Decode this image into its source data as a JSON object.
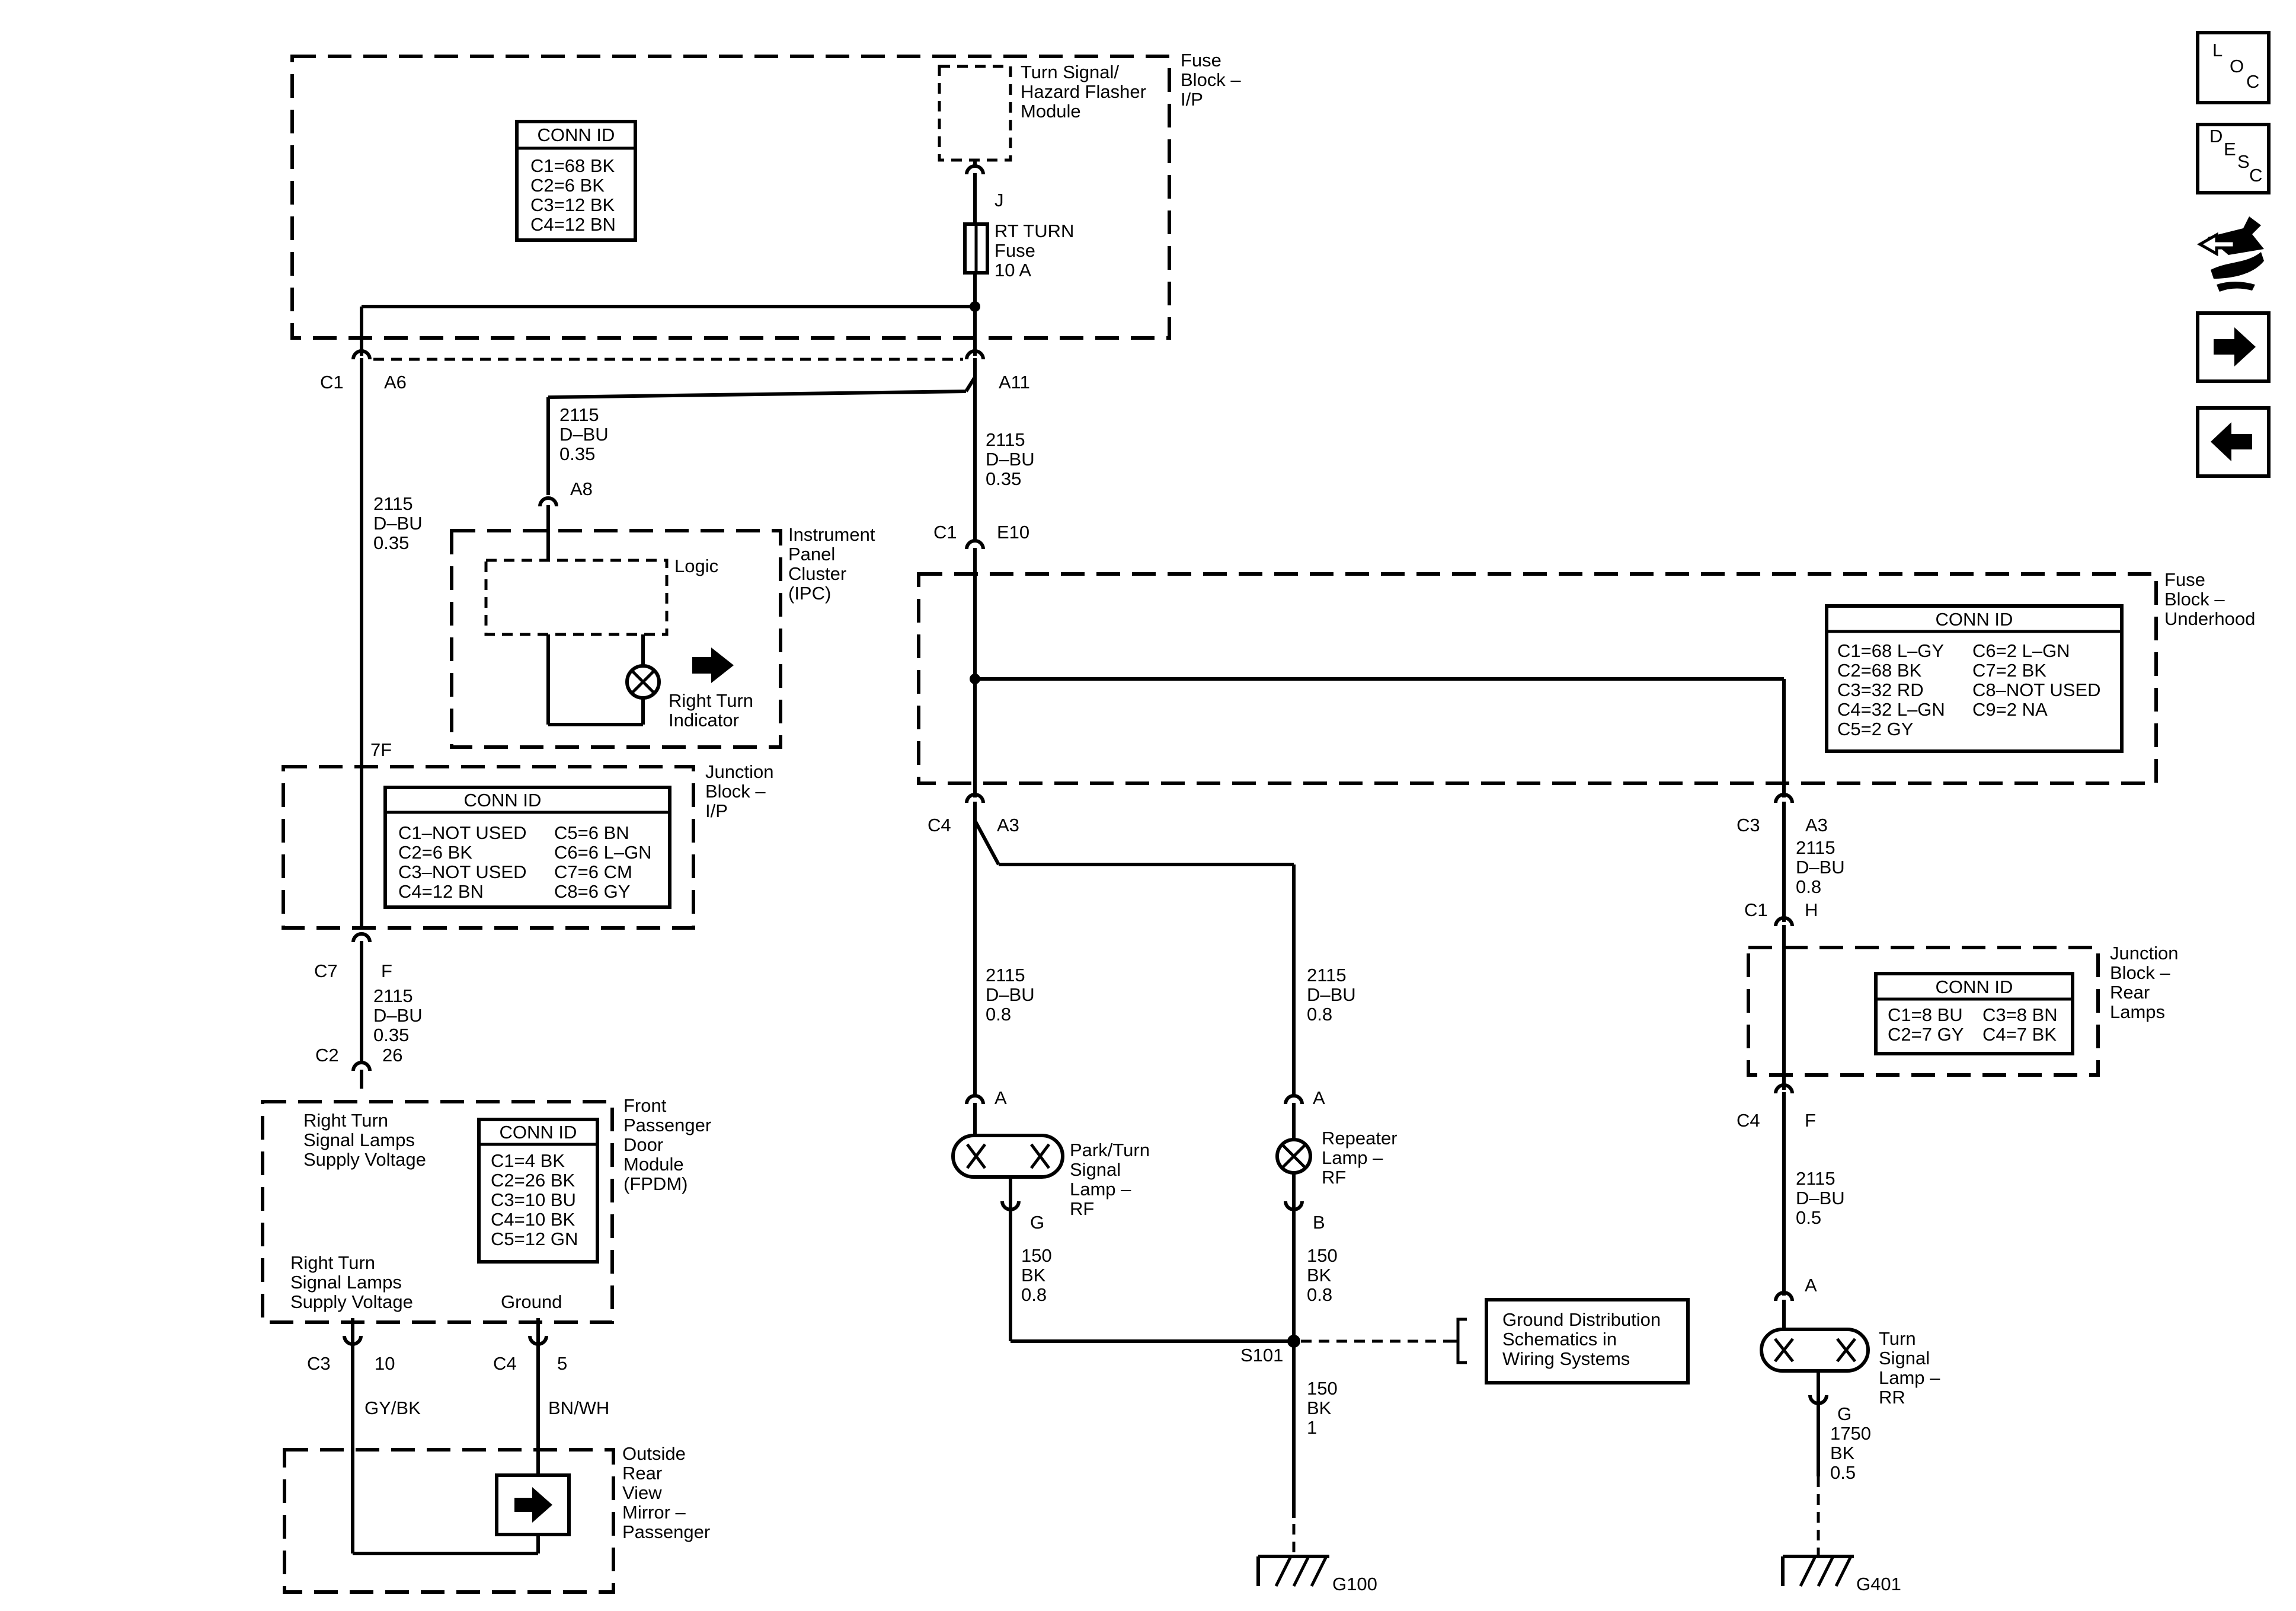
{
  "fuse_block_ip": {
    "label": [
      "Fuse",
      "Block –",
      "I/P"
    ],
    "conn_id_title": "CONN ID",
    "conn_ids": [
      "C1=68 BK",
      "C2=6 BK",
      "C3=12 BK",
      "C4=12 BN"
    ]
  },
  "flasher_module": {
    "label": [
      "Turn Signal/",
      "Hazard Flasher",
      "Module"
    ],
    "pin": "J"
  },
  "fuse": {
    "label": [
      "RT TURN",
      "Fuse",
      "10 A"
    ]
  },
  "connectors": {
    "c1_a6": [
      "C1",
      "A6"
    ],
    "a11": "A11",
    "a8": "A8",
    "c1_e10": [
      "C1",
      "E10"
    ],
    "seven_f": "7F",
    "c7_f": [
      "C7",
      "F"
    ],
    "c2_26": [
      "C2",
      "26"
    ],
    "c4_a3_left": [
      "C4",
      "A3"
    ],
    "c3_a3_right": [
      "C3",
      "A3"
    ],
    "c1_h": [
      "C1",
      "H"
    ],
    "c4_f_right": [
      "C4",
      "F"
    ],
    "c3_10": [
      "C3",
      "10"
    ],
    "c4_5": [
      "C4",
      "5"
    ]
  },
  "wires": {
    "w_a11_ipc": [
      "2115",
      "D–BU",
      "0.35"
    ],
    "w_c1_left": [
      "2115",
      "D–BU",
      "0.35"
    ],
    "w_a11_down": [
      "2115",
      "D–BU",
      "0.35"
    ],
    "w_fpdm": [
      "2115",
      "D–BU",
      "0.35"
    ],
    "w_park": [
      "2115",
      "D–BU",
      "0.8"
    ],
    "w_repeater": [
      "2115",
      "D–BU",
      "0.8"
    ],
    "w_rear_top": [
      "2115",
      "D–BU",
      "0.8"
    ],
    "w_rear_bottom": [
      "2115",
      "D–BU",
      "0.5"
    ],
    "w_park_gnd": [
      "150",
      "BK",
      "0.8"
    ],
    "w_rep_gnd": [
      "150",
      "BK",
      "0.8"
    ],
    "w_s101_gnd": [
      "150",
      "BK",
      "1"
    ],
    "w_rr_gnd": [
      "1750",
      "BK",
      "0.5"
    ],
    "w_gybk": "GY/BK",
    "w_bnwh": "BN/WH"
  },
  "ipc": {
    "label": [
      "Instrument",
      "Panel",
      "Cluster",
      "(IPC)"
    ],
    "logic": "Logic",
    "indicator": [
      "Right Turn",
      "Indicator"
    ]
  },
  "junction_block_ip": {
    "label": [
      "Junction",
      "Block –",
      "I/P"
    ],
    "conn_id_title": "CONN ID",
    "col1": [
      "C1–NOT USED",
      "C2=6 BK",
      "C3–NOT USED",
      "C4=12 BN"
    ],
    "col2": [
      "C5=6 BN",
      "C6=6 L–GN",
      "C7=6 CM",
      "C8=6 GY"
    ]
  },
  "fuse_block_underhood": {
    "label": [
      "Fuse",
      "Block –",
      "Underhood"
    ],
    "conn_id_title": "CONN ID",
    "col1": [
      "C1=68 L–GY",
      "C2=68 BK",
      "C3=32 RD",
      "C4=32 L–GN",
      "C5=2 GY"
    ],
    "col2": [
      "C6=2 L–GN",
      "C7=2 BK",
      "C8–NOT USED",
      "C9=2 NA"
    ]
  },
  "fpdm": {
    "label": [
      "Front",
      "Passenger",
      "Door",
      "Module",
      "(FPDM)"
    ],
    "supply_top": [
      "Right Turn",
      "Signal Lamps",
      "Supply Voltage"
    ],
    "supply_bottom": [
      "Right Turn",
      "Signal Lamps",
      "Supply Voltage"
    ],
    "ground": "Ground",
    "conn_id_title": "CONN ID",
    "conn_ids": [
      "C1=4 BK",
      "C2=26 BK",
      "C3=10 BU",
      "C4=10 BK",
      "C5=12 GN"
    ]
  },
  "mirror": {
    "label": [
      "Outside",
      "Rear",
      "View",
      "Mirror –",
      "Passenger"
    ]
  },
  "park_lamp": {
    "label": [
      "Park/Turn",
      "Signal",
      "Lamp –",
      "RF"
    ],
    "pin_top": "A",
    "pin_bottom": "G"
  },
  "repeater_lamp": {
    "label": [
      "Repeater",
      "Lamp –",
      "RF"
    ],
    "pin_top": "A",
    "pin_bottom": "B"
  },
  "splice": "S101",
  "ground_ref": {
    "label": [
      "Ground Distribution",
      "Schematics in",
      "Wiring Systems"
    ]
  },
  "junction_block_rear": {
    "label": [
      "Junction",
      "Block –",
      "Rear",
      "Lamps"
    ],
    "conn_id_title": "CONN ID",
    "col1": [
      "C1=8 BU",
      "C2=7 GY"
    ],
    "col2": [
      "C3=8 BN",
      "C4=7 BK"
    ]
  },
  "rr_lamp": {
    "label": [
      "Turn",
      "Signal",
      "Lamp –",
      "RR"
    ],
    "pin_top": "A",
    "pin_bottom": "G"
  },
  "grounds": {
    "g100": "G100",
    "g401": "G401"
  },
  "nav": {
    "loc": [
      "L",
      "O",
      "C"
    ],
    "desc": [
      "D",
      "E",
      "S",
      "C"
    ],
    "icons": [
      "loc-icon",
      "desc-icon",
      "connector-wrench-icon",
      "arrow-right-icon",
      "arrow-left-icon"
    ]
  }
}
